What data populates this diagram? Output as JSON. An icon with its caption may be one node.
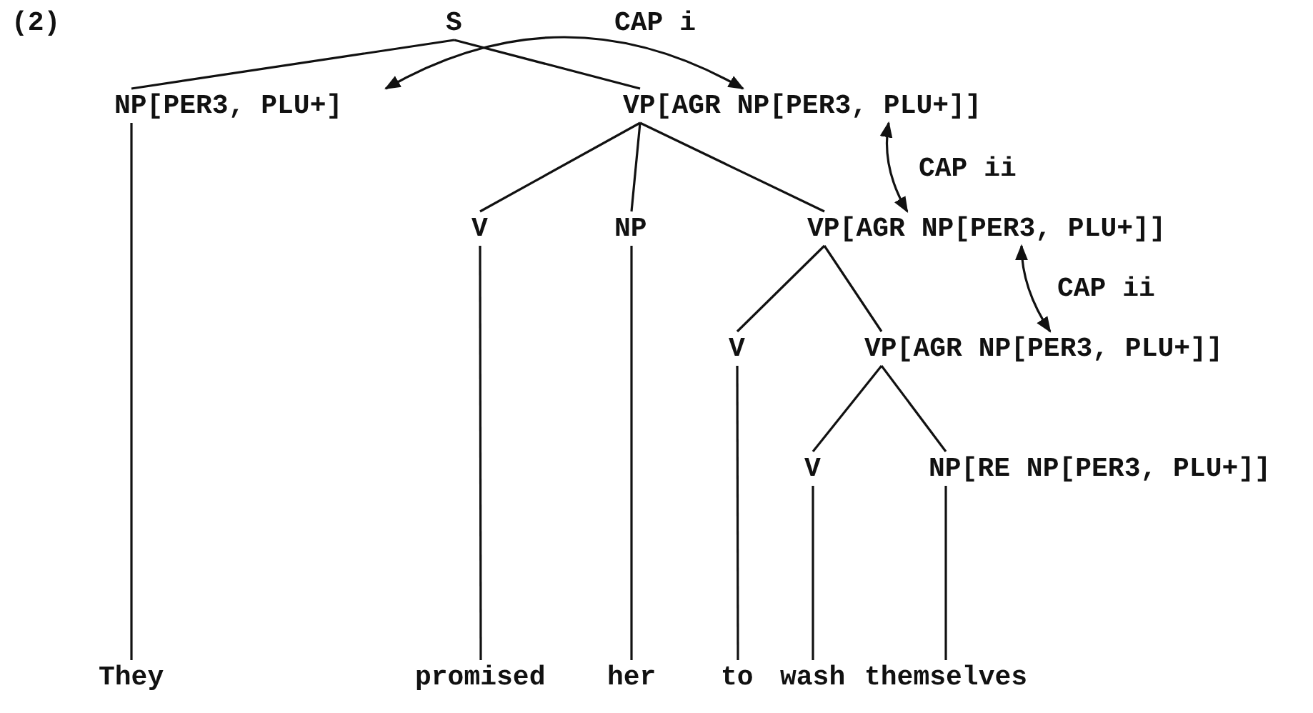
{
  "diagram": {
    "nodes": [
      {
        "text": [
          "S"
        ]
      },
      {
        "text": [
          "NP[PER3, PLU+]"
        ]
      },
      {
        "text": [
          "VP[AGR NP[PER3, PLU+]]"
        ]
      },
      {
        "text": [
          "V"
        ]
      },
      {
        "text": [
          "NP"
        ]
      },
      {
        "text": [
          "VP[AGR NP[PER3, PLU+]]"
        ]
      },
      {
        "text": [
          "V"
        ]
      },
      {
        "text": [
          "VP[AGR NP[PER3, PLU+]]"
        ]
      },
      {
        "text": [
          "V"
        ]
      },
      {
        "text": [
          "NP[RE NP[PER3, PLU+]]"
        ]
      },
      {
        "text": [
          "They"
        ]
      },
      {
        "text": [
          "promised"
        ]
      },
      {
        "text": [
          "her"
        ]
      },
      {
        "text": [
          "to"
        ]
      },
      {
        "text": [
          "wash"
        ]
      },
      {
        "text": [
          "themselves"
        ]
      }
    ],
    "edges": [
      {
        "from": 0,
        "to": 1,
        "arrow": "none"
      },
      {
        "from": 0,
        "to": 2,
        "arrow": "none"
      },
      {
        "from": 1,
        "to": 2,
        "arrow": "both",
        "label": "CAP i"
      },
      {
        "from": 2,
        "to": 3,
        "arrow": "none"
      },
      {
        "from": 2,
        "to": 4,
        "arrow": "none"
      },
      {
        "from": 2,
        "to": 5,
        "arrow": "none"
      },
      {
        "from": 2,
        "to": 5,
        "arrow": "both",
        "label": "CAP ii"
      },
      {
        "from": 5,
        "to": 6,
        "arrow": "none"
      },
      {
        "from": 5,
        "to": 7,
        "arrow": "none"
      },
      {
        "from": 5,
        "to": 7,
        "arrow": "both",
        "label": "CAP ii"
      },
      {
        "from": 7,
        "to": 8,
        "arrow": "none"
      },
      {
        "from": 7,
        "to": 9,
        "arrow": "none"
      },
      {
        "from": 1,
        "to": 10,
        "arrow": "none"
      },
      {
        "from": 3,
        "to": 11,
        "arrow": "none"
      },
      {
        "from": 4,
        "to": 12,
        "arrow": "none"
      },
      {
        "from": 6,
        "to": 13,
        "arrow": "none"
      },
      {
        "from": 8,
        "to": 14,
        "arrow": "none"
      },
      {
        "from": 9,
        "to": 15,
        "arrow": "none"
      }
    ],
    "labels": [
      "(2)"
    ]
  }
}
